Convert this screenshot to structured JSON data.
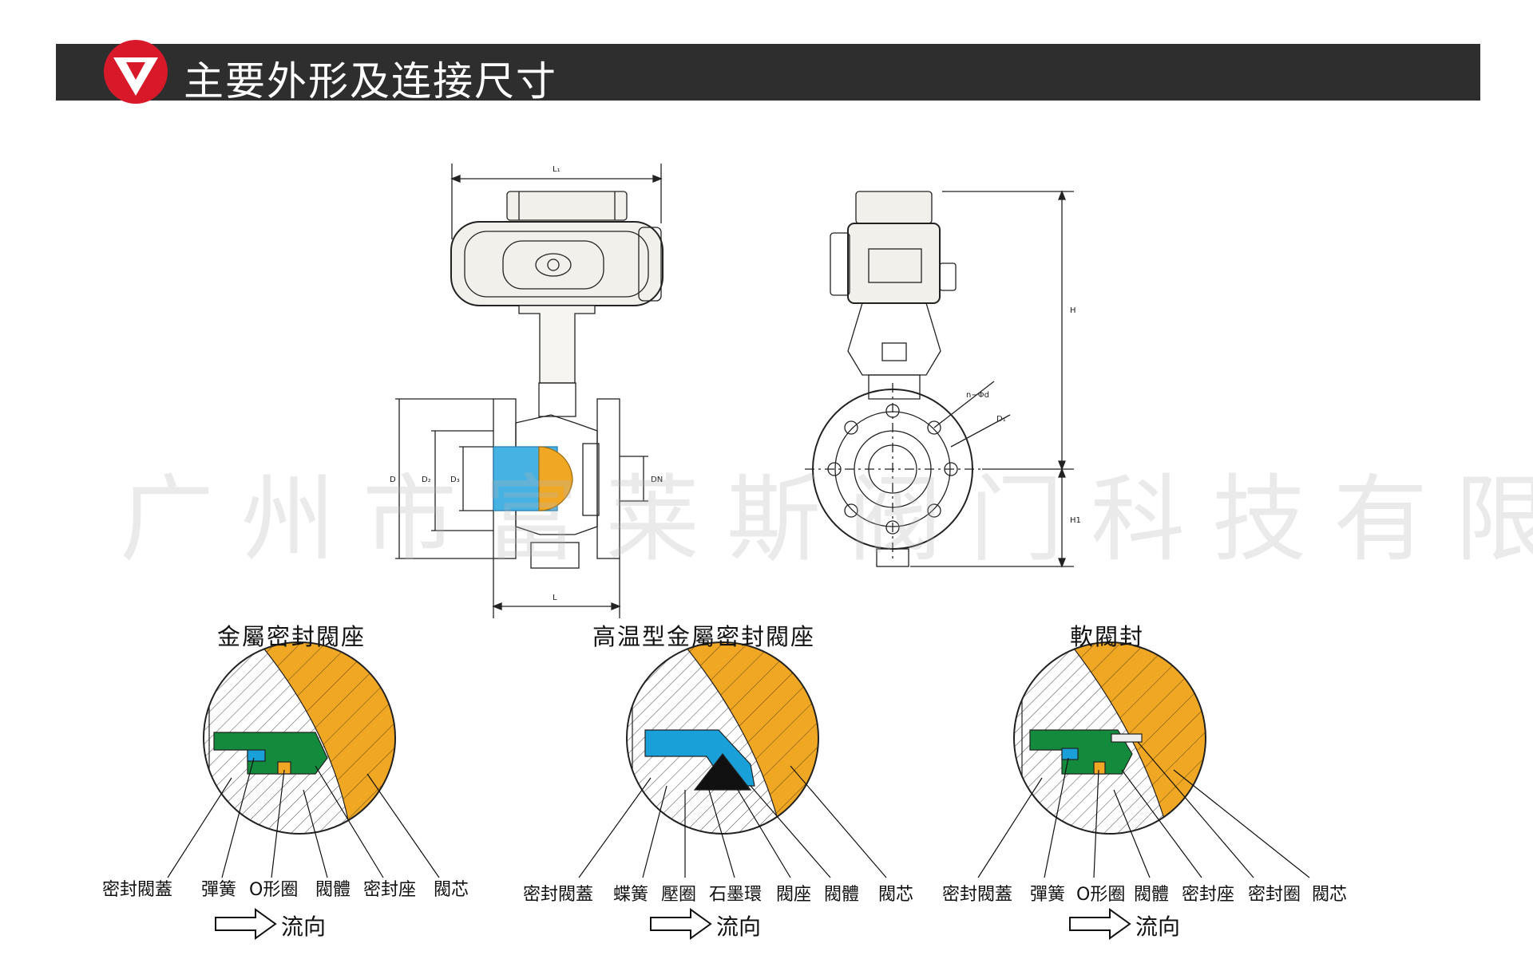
{
  "header": {
    "title": "主要外形及连接尺寸"
  },
  "watermark": "广州市富莱斯阀门科技有限公司",
  "dimensions": {
    "L1": "L₁",
    "L": "L",
    "D": "D",
    "D2": "D₂",
    "D3": "D₃",
    "DN": "DN",
    "H": "H",
    "H1": "H1",
    "D1": "D₁",
    "bolt": "n−Φd"
  },
  "sections": [
    {
      "title": "金屬密封閥座",
      "labels": [
        "密封閥蓋",
        "彈簧",
        "O形圈",
        "閥體",
        "密封座",
        "閥芯"
      ],
      "flow": "流向"
    },
    {
      "title": "高温型金屬密封閥座",
      "labels": [
        "密封閥蓋",
        "蝶簧",
        "壓圈",
        "石墨環",
        "閥座",
        "閥體",
        "閥芯"
      ],
      "flow": "流向"
    },
    {
      "title": "軟閥封",
      "labels": [
        "密封閥蓋",
        "彈簧",
        "O形圈",
        "閥體",
        "密封座",
        "密封圈",
        "閥芯"
      ],
      "flow": "流向"
    }
  ],
  "colors": {
    "header_bg": "#2e2e2e",
    "logo_red": "#d7192a",
    "seat_green": "#138a3c",
    "seat_blue": "#1aa0d8",
    "core_orange": "#f0a824",
    "body_blue": "#46b2e4"
  }
}
